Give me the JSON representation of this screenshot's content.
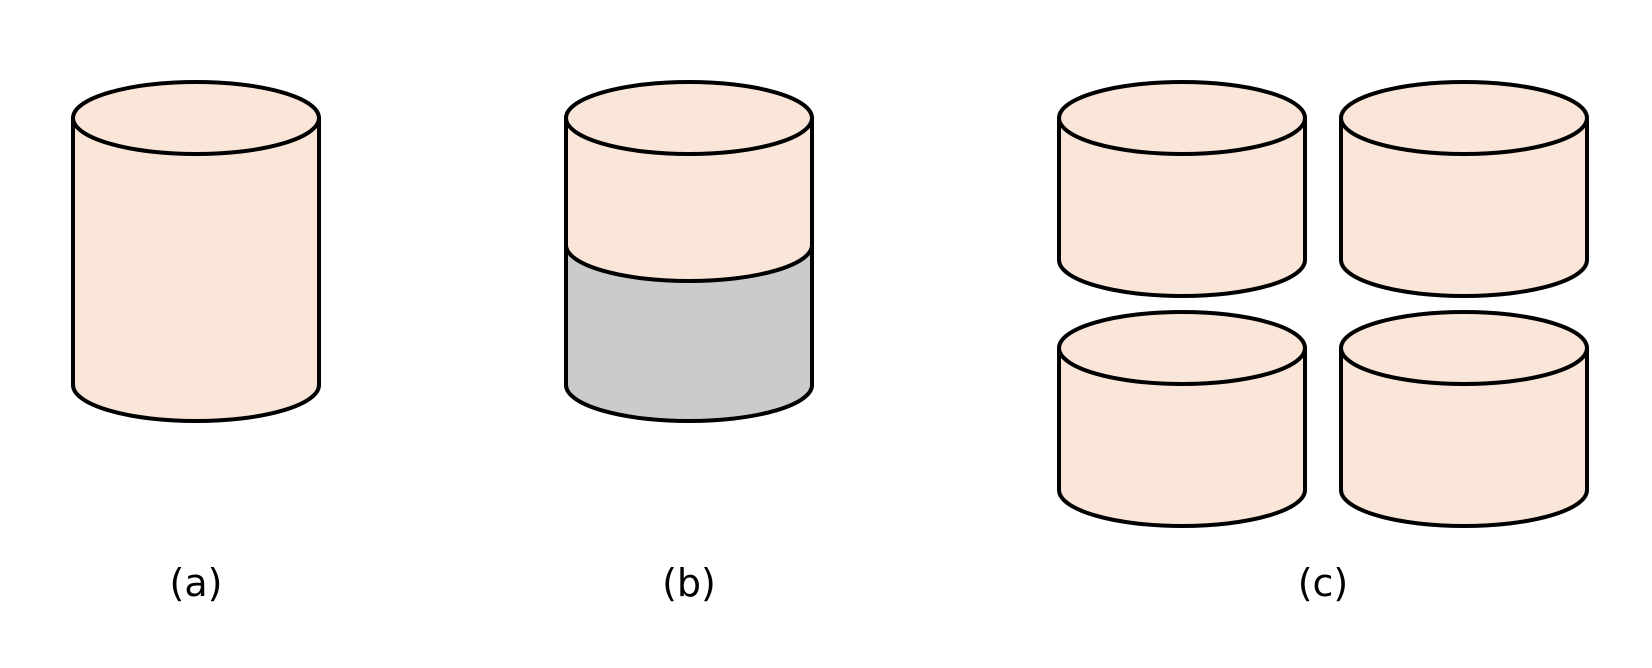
{
  "colors": {
    "fill_primary": "#fae6d8",
    "fill_secondary": "#cbcbcb",
    "stroke": "#000000",
    "background": "#ffffff"
  },
  "panels": [
    {
      "caption": "(a)"
    },
    {
      "caption": "(b)"
    },
    {
      "caption": "(c)"
    }
  ]
}
